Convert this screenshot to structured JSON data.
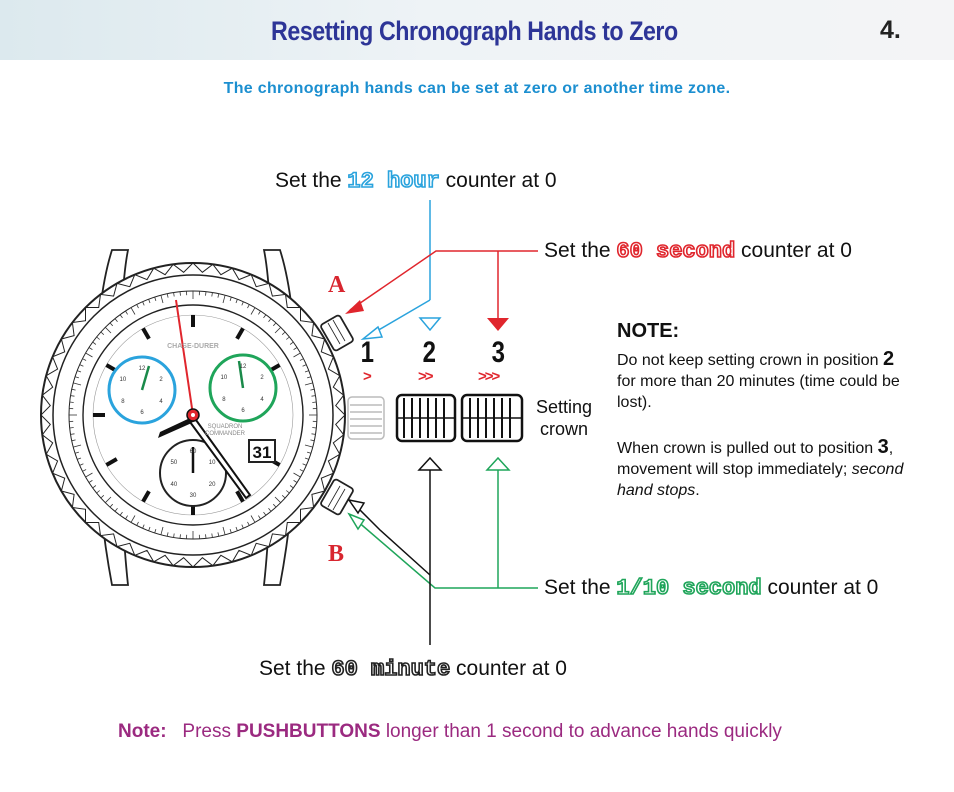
{
  "header": {
    "title": "Resetting Chronograph Hands to Zero",
    "page": "4."
  },
  "subtitle": "The chronograph hands can be set at zero or another time zone.",
  "labels": {
    "hour": {
      "prefix": "Set the ",
      "hl": "12 hour",
      "suffix": " counter at 0"
    },
    "sec60": {
      "prefix": "Set the ",
      "hl": "60 second",
      "suffix": " counter at 0"
    },
    "tenth": {
      "prefix": "Set the ",
      "hl": "1/10 second",
      "suffix": " counter at 0"
    },
    "min60": {
      "prefix": "Set the ",
      "hl": "60 minute",
      "suffix": " counter at 0"
    }
  },
  "buttons": {
    "a": "A",
    "b": "B"
  },
  "positions": {
    "p1": "1",
    "p2": "2",
    "p3": "3",
    "c1": ">",
    "c2": ">>",
    "c3": ">>>"
  },
  "setting_crown": {
    "l1": "Setting",
    "l2": "crown"
  },
  "note": {
    "head": "NOTE:",
    "p1a": "Do not keep setting crown in position ",
    "p1n": "2",
    "p1b": " for more than 20 minutes (time could be lost).",
    "p2a": "When crown is pulled out to position ",
    "p2n": "3",
    "p2b": ", movement will stop immediately; ",
    "p2c": "second hand stops",
    "p2d": "."
  },
  "bottom": {
    "label": "Note:",
    "press": "Press ",
    "pb": "PUSHBUTTONS",
    "rest": " longer than 1 second to advance hands quickly"
  },
  "dial": {
    "brand": "CHASE-DURER",
    "model1": "SQUADRON",
    "model2": "COMMANDER",
    "date": "31",
    "left_sub": [
      "12",
      "2",
      "4",
      "6",
      "8",
      "10"
    ],
    "right_sub": [
      "12",
      "2",
      "4",
      "6",
      "8",
      "10"
    ],
    "bottom_sub": [
      "60",
      "10",
      "20",
      "30",
      "40",
      "50"
    ]
  },
  "colors": {
    "blue": "#2aa3dd",
    "red": "#e0262d",
    "green": "#1fa55a",
    "title": "#2d3597",
    "note": "#9b2a80"
  }
}
